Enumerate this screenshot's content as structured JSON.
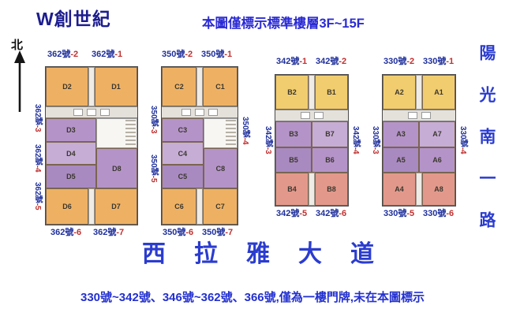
{
  "header": {
    "title": "W創世紀",
    "subtitle": "本圖僅標示標準樓層3F~15F"
  },
  "compass": {
    "north": "北"
  },
  "roads": {
    "right": "陽光南一路",
    "bottom": "西拉雅大道"
  },
  "footnote": "330號~342號、346號~362號、366號,僅為一樓門牌,未在本圖標示",
  "blocks": [
    {
      "top_labels": [
        {
          "n": "362號",
          "s": "-2"
        },
        {
          "n": "362號",
          "s": "-1"
        }
      ],
      "left_labels": [
        {
          "n": "362號",
          "s": "-3"
        },
        {
          "n": "362號",
          "s": "-4"
        },
        {
          "n": "362號",
          "s": "-5"
        }
      ],
      "bottom_labels": [
        {
          "n": "362號",
          "s": "-6"
        },
        {
          "n": "362號",
          "s": "-7"
        }
      ],
      "units": {
        "t1": "D2",
        "t2": "D1",
        "m1": "D3",
        "m2": "D4",
        "m3": "D5",
        "mr": "D8",
        "b1": "D6",
        "b2": "D7"
      }
    },
    {
      "top_labels": [
        {
          "n": "350號",
          "s": "-2"
        },
        {
          "n": "350號",
          "s": "-1"
        }
      ],
      "left_labels": [
        {
          "n": "350號",
          "s": "-3"
        },
        {
          "n": "350號",
          "s": "-5"
        }
      ],
      "right_labels": [
        {
          "n": "350號",
          "s": "-4"
        }
      ],
      "bottom_labels": [
        {
          "n": "350號",
          "s": "-6"
        },
        {
          "n": "350號",
          "s": "-7"
        }
      ],
      "units": {
        "t1": "C2",
        "t2": "C1",
        "m1": "C3",
        "m2": "C4",
        "m3": "C5",
        "mr": "C8",
        "b1": "C6",
        "b2": "C7"
      }
    },
    {
      "top_labels": [
        {
          "n": "342號",
          "s": "-1"
        },
        {
          "n": "342號",
          "s": "-2"
        }
      ],
      "left_labels": [
        {
          "n": "342號",
          "s": "-3"
        }
      ],
      "right_labels": [
        {
          "n": "342號",
          "s": "-4"
        }
      ],
      "bottom_labels": [
        {
          "n": "342號",
          "s": "-5"
        },
        {
          "n": "342號",
          "s": "-6"
        }
      ],
      "units": {
        "t1": "B2",
        "t2": "B1",
        "m1": "B3",
        "m2": "B7",
        "m3": "B5",
        "m4": "B6",
        "b1": "B4",
        "b2": "B8"
      }
    },
    {
      "top_labels": [
        {
          "n": "330號",
          "s": "-2"
        },
        {
          "n": "330號",
          "s": "-1"
        }
      ],
      "left_labels": [
        {
          "n": "330號",
          "s": "-3"
        }
      ],
      "right_labels": [
        {
          "n": "330號",
          "s": "-4"
        }
      ],
      "bottom_labels": [
        {
          "n": "330號",
          "s": "-5"
        },
        {
          "n": "330號",
          "s": "-6"
        }
      ],
      "units": {
        "t1": "A2",
        "t2": "A1",
        "m1": "A3",
        "m2": "A7",
        "m3": "A5",
        "m4": "A6",
        "b1": "A4",
        "b2": "A8"
      }
    }
  ]
}
